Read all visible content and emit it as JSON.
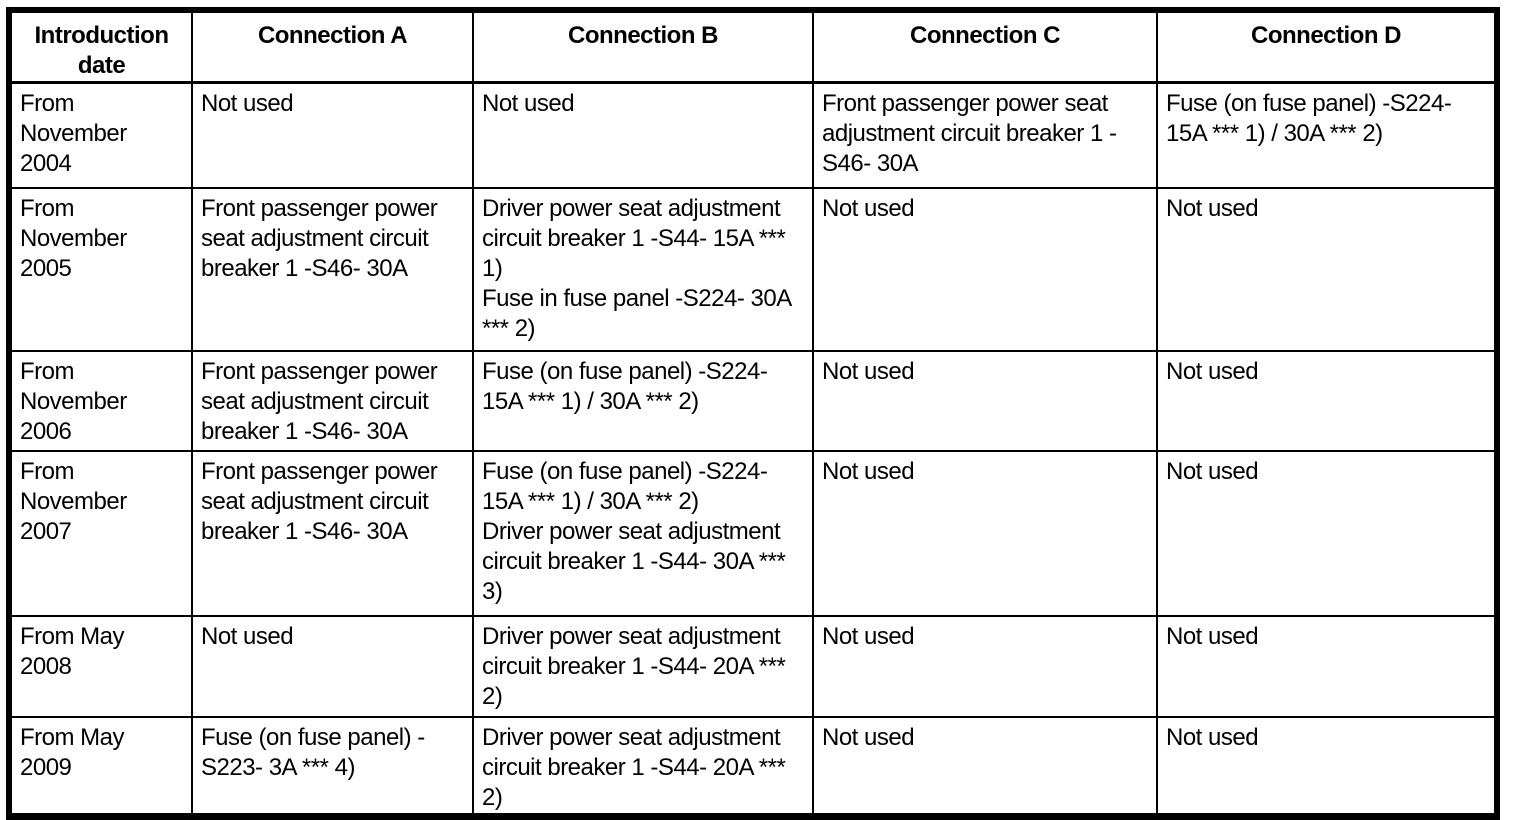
{
  "table": {
    "headers": [
      "Introduction date",
      "Connection A",
      "Connection B",
      "Connection C",
      "Connection D"
    ],
    "rows": [
      {
        "date": "From November 2004",
        "a": [
          "Not used"
        ],
        "b": [
          "Not used"
        ],
        "c": [
          "Front passenger power seat adjustment circuit breaker 1 -S46- 30A"
        ],
        "d": [
          "Fuse (on fuse panel) -S224- 15A *** 1) / 30A *** 2)"
        ]
      },
      {
        "date": "From November 2005",
        "a": [
          "Front passenger power seat adjustment circuit breaker 1 -S46- 30A"
        ],
        "b": [
          "Driver power seat adjustment circuit breaker 1 -S44- 15A *** 1)",
          "Fuse in fuse panel -S224- 30A *** 2)"
        ],
        "c": [
          "Not used"
        ],
        "d": [
          "Not used"
        ]
      },
      {
        "date": "From November 2006",
        "a": [
          "Front passenger power seat adjustment circuit breaker 1 -S46- 30A"
        ],
        "b": [
          "Fuse (on fuse panel) -S224- 15A *** 1) / 30A *** 2)"
        ],
        "c": [
          "Not used"
        ],
        "d": [
          "Not used"
        ]
      },
      {
        "date": "From November 2007",
        "a": [
          "Front passenger power seat adjustment circuit breaker 1 -S46- 30A"
        ],
        "b": [
          "Fuse (on fuse panel) -S224- 15A *** 1) / 30A *** 2)",
          "Driver power seat adjustment circuit breaker 1 -S44- 30A *** 3)"
        ],
        "c": [
          "Not used"
        ],
        "d": [
          "Not used"
        ]
      },
      {
        "date": "From May 2008",
        "a": [
          "Not used"
        ],
        "b": [
          "Driver power seat adjustment circuit breaker 1 -S44- 20A *** 2)"
        ],
        "c": [
          "Not used"
        ],
        "d": [
          "Not used"
        ]
      },
      {
        "date": "From May 2009",
        "a": [
          "Fuse (on fuse panel) -S223- 3A *** 4)"
        ],
        "b": [
          "Driver power seat adjustment circuit breaker 1 -S44- 20A *** 2)"
        ],
        "c": [
          "Not used"
        ],
        "d": [
          "Not used"
        ]
      }
    ]
  }
}
